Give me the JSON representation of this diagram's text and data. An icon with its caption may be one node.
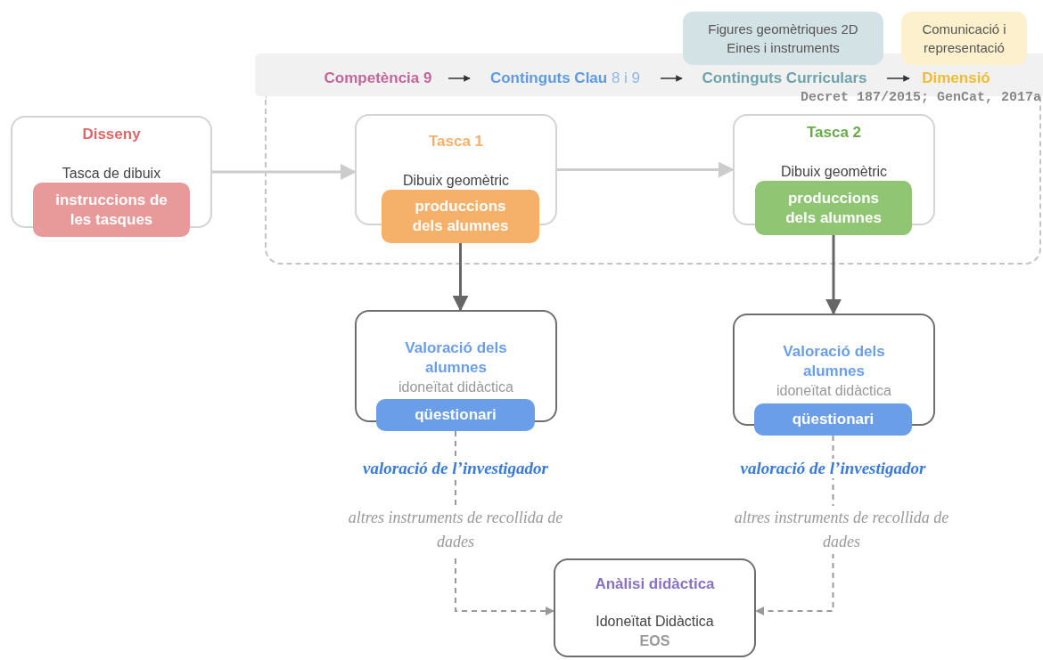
{
  "diagram": {
    "nodes": [
      {
        "text": [
          "Competència 9"
        ]
      },
      {
        "text": [
          "**Continguts Clau** 8 i 9"
        ]
      },
      {
        "text": [
          "Continguts Curriculars"
        ]
      },
      {
        "text": [
          "Dimensió"
        ]
      },
      {
        "text": [
          "Figures geomètriques 2D Eines i instruments"
        ]
      },
      {
        "text": [
          "Comunicació i representació"
        ]
      },
      {
        "text": [],
        "shape": "box"
      },
      {
        "text": [
          "Disseny",
          "Tasca de dibuix"
        ]
      },
      {
        "text": [
          "instruccions de les tasques"
        ]
      },
      {
        "text": [
          "Tasca 1",
          "Dibuix geomètric"
        ],
        "in": 6
      },
      {
        "text": [
          "produccions dels alumnes"
        ],
        "in": 6
      },
      {
        "text": [
          "Tasca 2",
          "Dibuix geomètric"
        ],
        "in": 6
      },
      {
        "text": [
          "produccions dels alumnes"
        ],
        "in": 6
      },
      {
        "text": [
          "Valoració dels alumnes",
          "idoneïtat didàctica"
        ]
      },
      {
        "text": [
          "qüestionari"
        ]
      },
      {
        "text": [
          "Valoració dels alumnes",
          "idoneïtat didàctica"
        ]
      },
      {
        "text": [
          "qüestionari"
        ]
      },
      {
        "text": [
          "Anàlisi didàctica",
          "Idoneïtat Didàctica",
          "EOS"
        ]
      }
    ],
    "edges": [
      {
        "from": 0,
        "to": 1,
        "arrow": "to",
        "color": "#333333"
      },
      {
        "from": 1,
        "to": 2,
        "arrow": "to",
        "color": "#333333"
      },
      {
        "from": 2,
        "to": 3,
        "arrow": "to",
        "color": "#333333"
      },
      {
        "from": 7,
        "to": 9,
        "arrow": "to",
        "color": "#cccccc"
      },
      {
        "from": 9,
        "to": 11,
        "arrow": "to",
        "color": "#cccccc"
      },
      {
        "from": 10,
        "to": 13,
        "arrow": "to",
        "color": "#666666"
      },
      {
        "from": 12,
        "to": 15,
        "arrow": "to",
        "color": "#666666"
      },
      {
        "from": 14,
        "to": 17,
        "arrow": "to",
        "style": "dashed",
        "color": "#999999",
        "label": "valoració de l’investigador"
      },
      {
        "from": 16,
        "to": 17,
        "arrow": "to",
        "style": "dashed",
        "color": "#999999",
        "label": "valoració de l’investigador"
      }
    ],
    "labels": [
      "Decret 187/2015; GenCat, 2017a",
      "altres instruments de recollida de dades",
      "altres instruments de recollida de dades"
    ]
  }
}
